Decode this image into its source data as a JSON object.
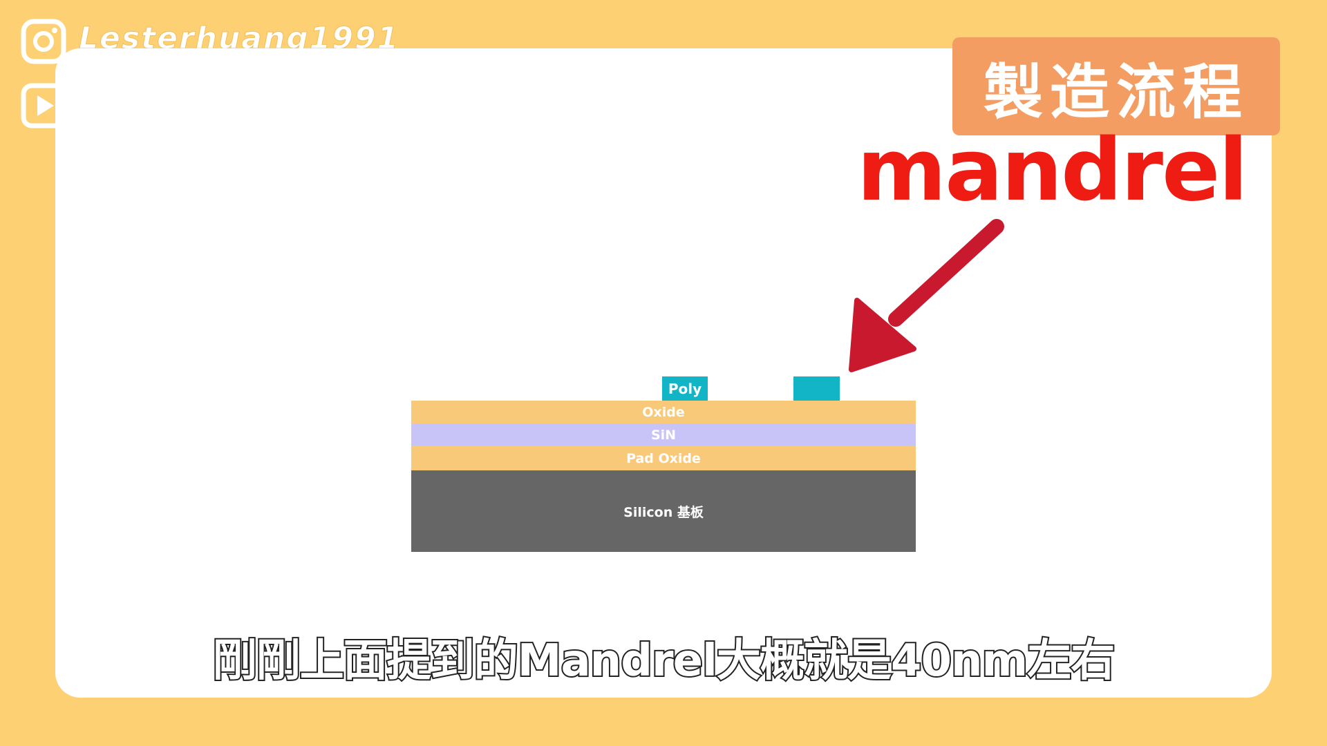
{
  "channel": {
    "handle": "Lesterhuang1991"
  },
  "title": "製造流程",
  "annotation": {
    "label": "mandrel"
  },
  "diagram": {
    "poly_label": "Poly",
    "layers": {
      "oxide": "Oxide",
      "sin": "SiN",
      "pad_oxide": "Pad Oxide",
      "silicon": "Silicon 基板"
    }
  },
  "subtitle": "剛剛上面提到的Mandrel大概就是40nm左右",
  "colors": {
    "background": "#fcd073",
    "title_badge": "#f49d63",
    "annotation_text": "#ee1c12",
    "arrow": "#c8192e",
    "oxide": "#f9c97a",
    "sin": "#c8c4f8",
    "poly": "#12b5c6",
    "silicon": "#666666"
  }
}
